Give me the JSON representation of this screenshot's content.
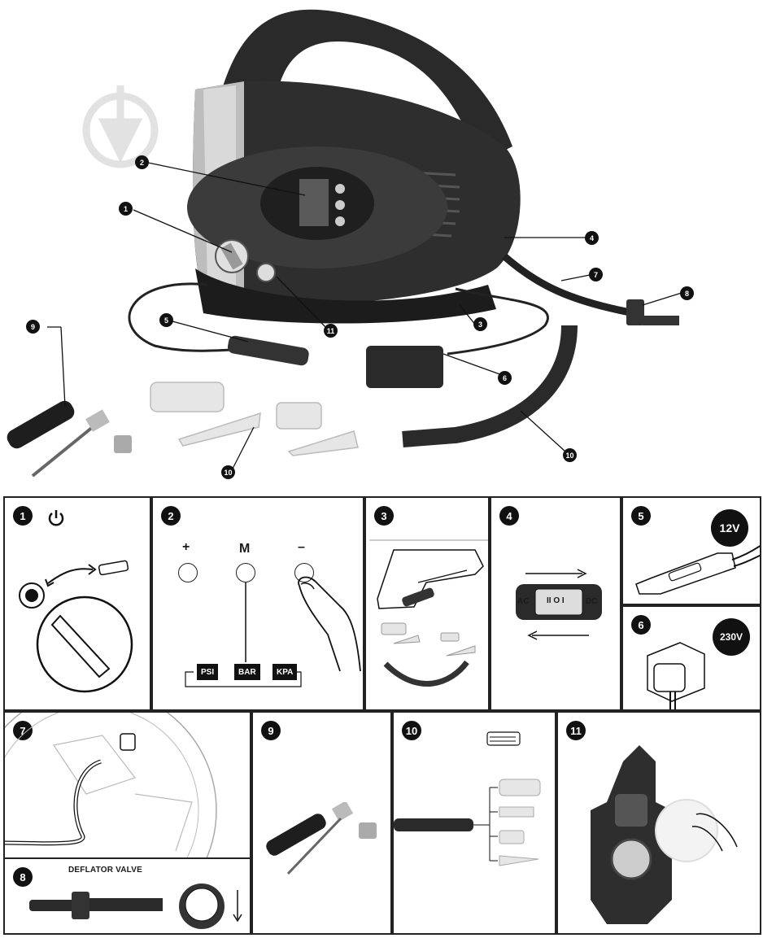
{
  "callouts": [
    "1",
    "2",
    "3",
    "4",
    "5",
    "6",
    "7",
    "8",
    "9",
    "10",
    "11"
  ],
  "panels": {
    "p1": {
      "number": "1",
      "icon": "power-icon"
    },
    "p2": {
      "number": "2",
      "buttons": [
        "+",
        "M",
        "–"
      ],
      "units": [
        "PSI",
        "BAR",
        "KPA"
      ]
    },
    "p3": {
      "number": "3"
    },
    "p4": {
      "number": "4",
      "ac_label": "AC",
      "dc_label": "DC",
      "switch_text": "II O I"
    },
    "p5": {
      "number": "5",
      "voltage": "12V"
    },
    "p6": {
      "number": "6",
      "voltage": "230V"
    },
    "p7": {
      "number": "7"
    },
    "p8": {
      "number": "8",
      "title": "DEFLATOR VALVE"
    },
    "p9": {
      "number": "9"
    },
    "p10": {
      "number": "10"
    },
    "p11": {
      "number": "11"
    }
  },
  "colors": {
    "ink": "#111111",
    "body": "#2b2b2b",
    "accessory": "#e6e6e6"
  }
}
